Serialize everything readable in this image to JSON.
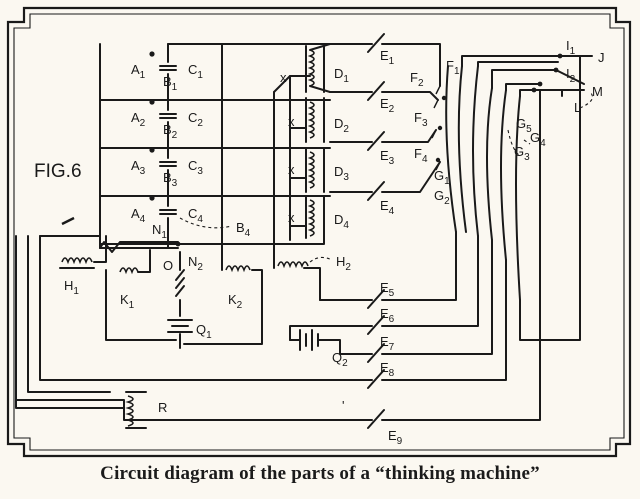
{
  "figure": {
    "tag": "FIG.6"
  },
  "caption": "Circuit diagram of the parts of a “thinking machine”",
  "contacts": [
    {
      "a": "A",
      "as": "1",
      "b": "B",
      "bs": "1",
      "c": "C",
      "cs": "1"
    },
    {
      "a": "A",
      "as": "2",
      "b": "B",
      "bs": "2",
      "c": "C",
      "cs": "2"
    },
    {
      "a": "A",
      "as": "3",
      "b": "B",
      "bs": "3",
      "c": "C",
      "cs": "3"
    },
    {
      "a": "A",
      "as": "4",
      "b": "B",
      "bs": "4",
      "c": "C",
      "cs": "4"
    }
  ],
  "relays": [
    {
      "d": "D",
      "ds": "1",
      "x": ""
    },
    {
      "d": "D",
      "ds": "2",
      "x": "x"
    },
    {
      "d": "D",
      "ds": "3",
      "x": "x"
    },
    {
      "d": "D",
      "ds": "4",
      "x": "x"
    }
  ],
  "relay_x_top": "x",
  "labels": {
    "B4": {
      "t": "B",
      "s": "4"
    },
    "N1": {
      "t": "N",
      "s": "1"
    },
    "N2": {
      "t": "N",
      "s": "2"
    },
    "O": "O",
    "H1": {
      "t": "H",
      "s": "1"
    },
    "H2": {
      "t": "H",
      "s": "2"
    },
    "K1": {
      "t": "K",
      "s": "1"
    },
    "K2": {
      "t": "K",
      "s": "2"
    },
    "Q1": {
      "t": "Q",
      "s": "1"
    },
    "Q2": {
      "t": "Q",
      "s": "2"
    },
    "R": "R",
    "E": [
      {
        "t": "E",
        "s": "1"
      },
      {
        "t": "E",
        "s": "2"
      },
      {
        "t": "E",
        "s": "3"
      },
      {
        "t": "E",
        "s": "4"
      },
      {
        "t": "E",
        "s": "5"
      },
      {
        "t": "E",
        "s": "6"
      },
      {
        "t": "E",
        "s": "7"
      },
      {
        "t": "E",
        "s": "8"
      },
      {
        "t": "E",
        "s": "9"
      }
    ],
    "F1": {
      "t": "F",
      "s": "1"
    },
    "F2": {
      "t": "F",
      "s": "2"
    },
    "F3": {
      "t": "F",
      "s": "3"
    },
    "F4": {
      "t": "F",
      "s": "4"
    },
    "G1": {
      "t": "G",
      "s": "1"
    },
    "G2": {
      "t": "G",
      "s": "2"
    },
    "G3": {
      "t": "G",
      "s": "3"
    },
    "G4": {
      "t": "G",
      "s": "4"
    },
    "G5": {
      "t": "G",
      "s": "5"
    },
    "I1": {
      "t": "I",
      "s": "1"
    },
    "I2": {
      "t": "I",
      "s": "2"
    },
    "J": "J",
    "L": "L",
    "M": "M",
    "tick": "'"
  }
}
